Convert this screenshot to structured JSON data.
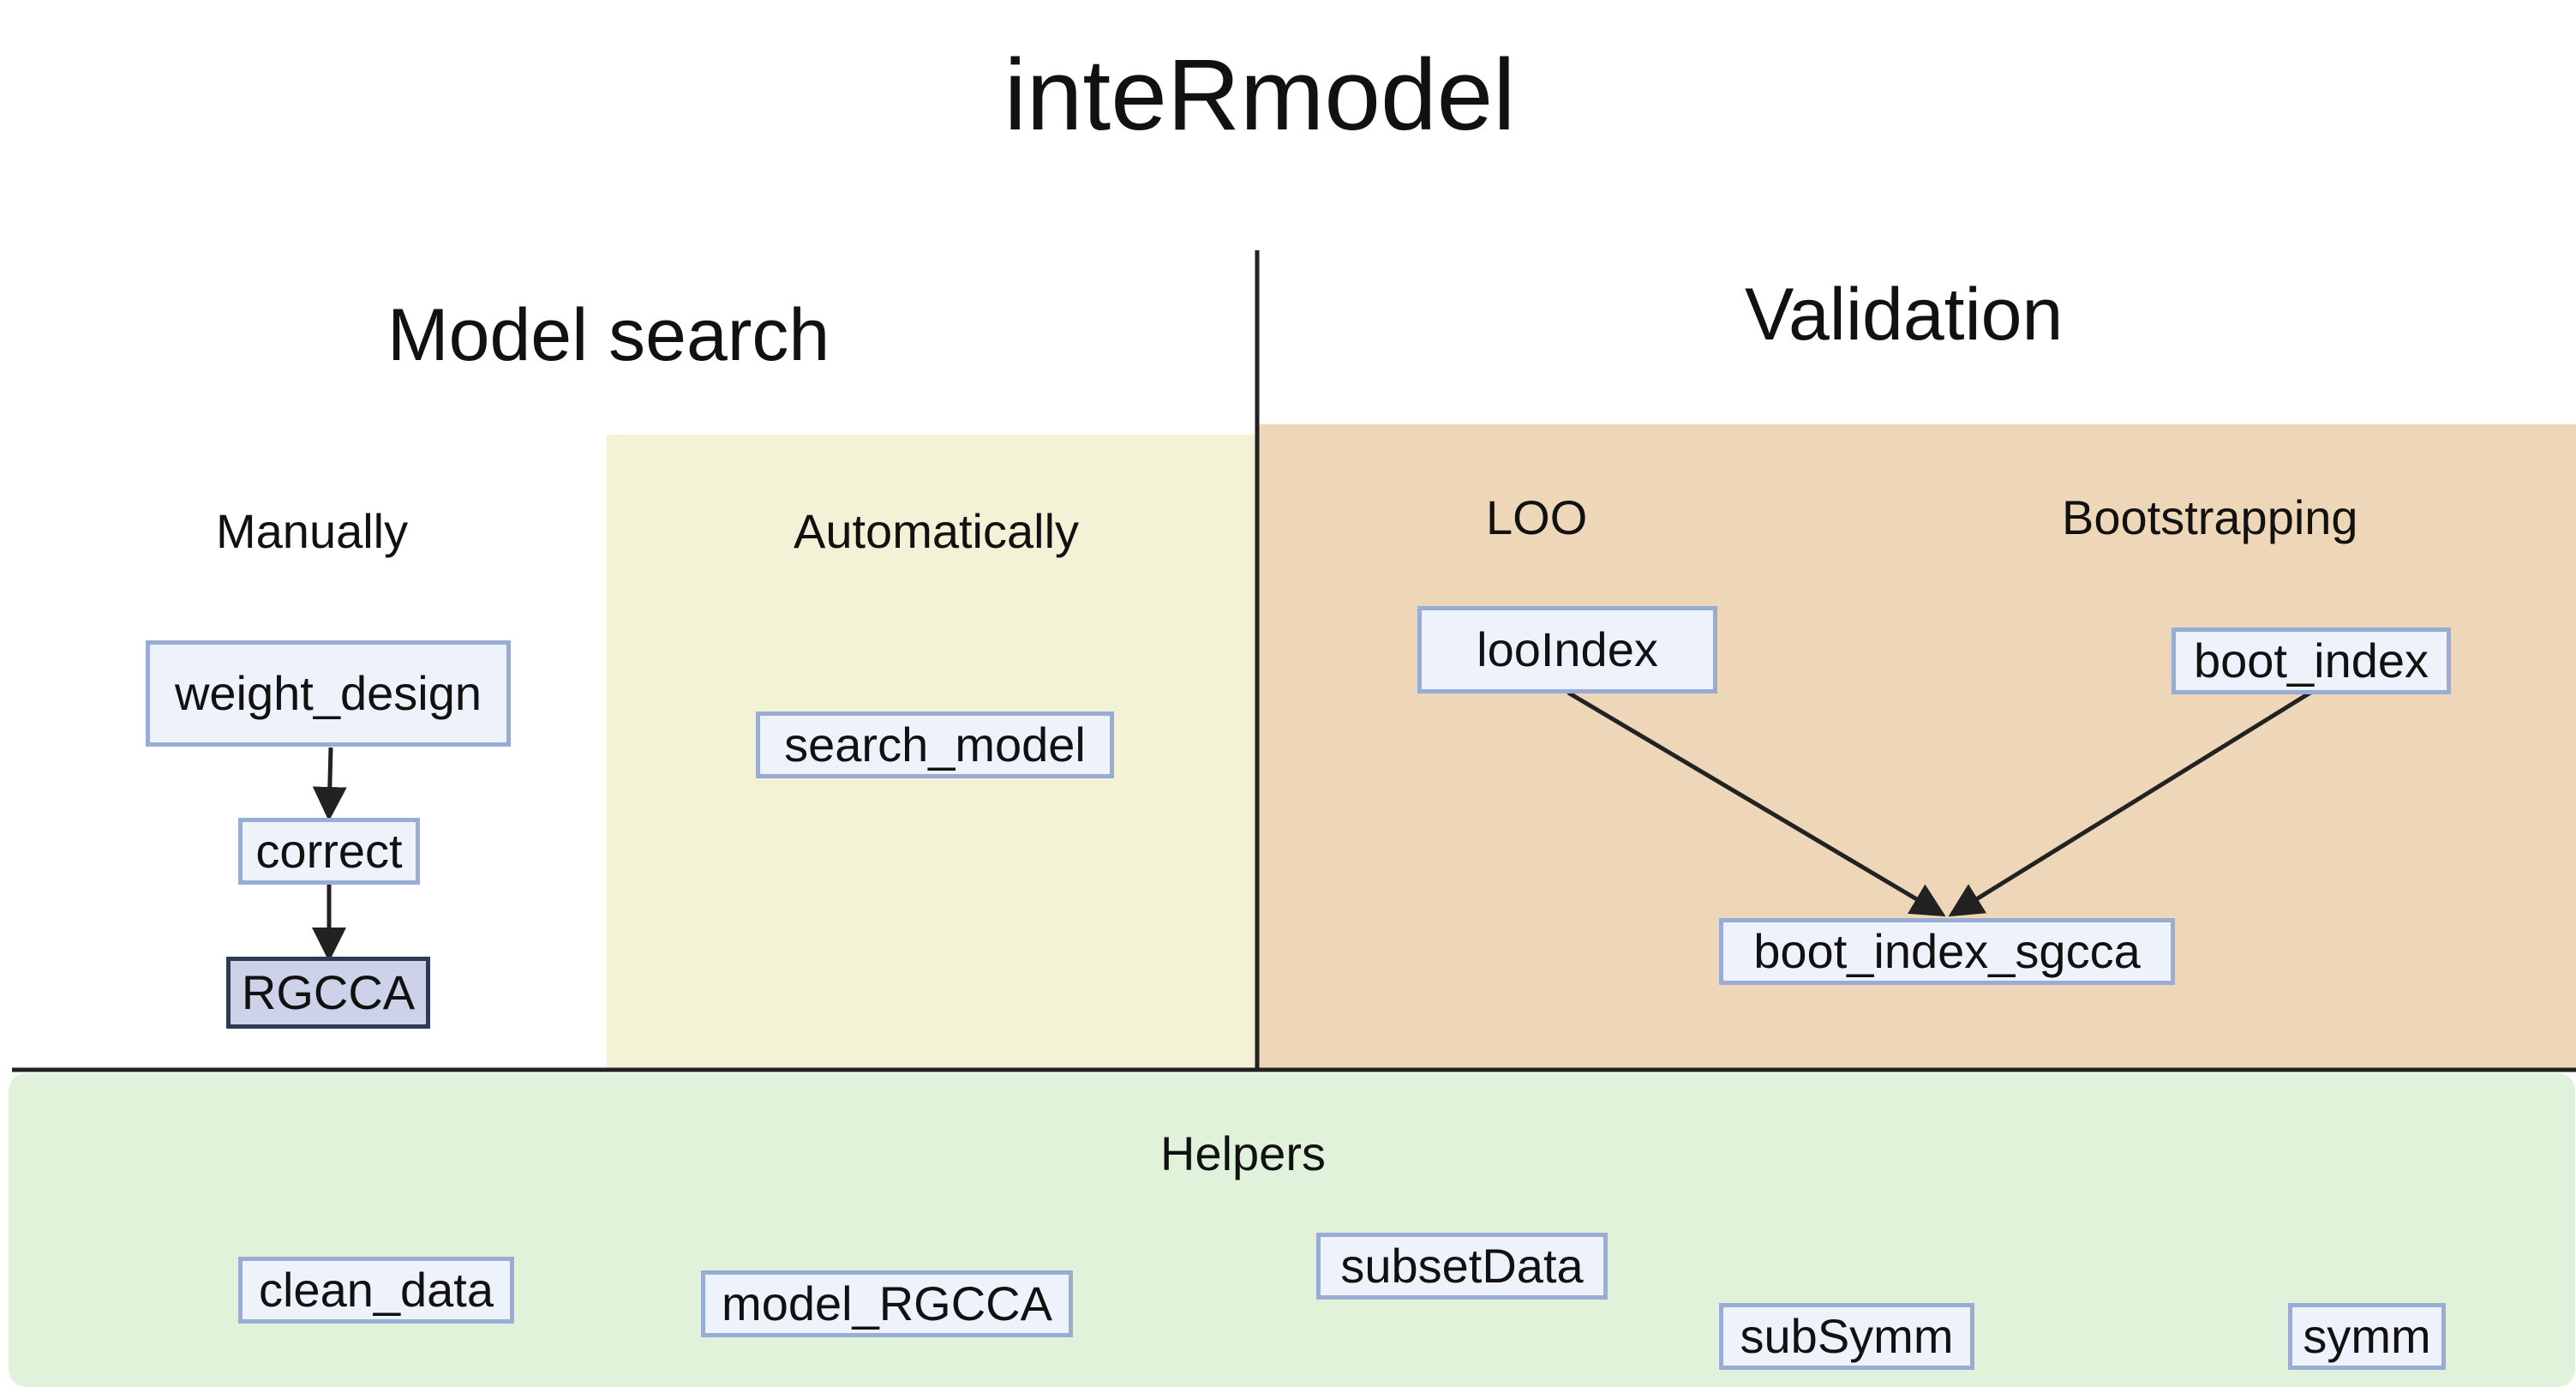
{
  "title": "inteRmodel",
  "model_search": {
    "title": "Model search",
    "manually": {
      "label": "Manually",
      "nodes": [
        "weight_design",
        "correct",
        "RGCCA"
      ]
    },
    "automatically": {
      "label": "Automatically",
      "nodes": [
        "search_model"
      ]
    }
  },
  "validation": {
    "title": "Validation",
    "loo": {
      "label": "LOO",
      "node": "looIndex"
    },
    "bootstrapping": {
      "label": "Bootstrapping",
      "node": "boot_index"
    },
    "target": "boot_index_sgcca"
  },
  "helpers": {
    "label": "Helpers",
    "nodes": [
      "clean_data",
      "model_RGCCA",
      "subsetData",
      "subSymm",
      "symm"
    ]
  },
  "colors": {
    "automatic_bg": "#f4f2d6",
    "validation_bg": "#eed7b8",
    "helpers_bg": "#e0f3da",
    "node_bg": "#eef3fb",
    "node_border": "#99acd4",
    "rgcca_bg": "#ccd3e9",
    "rgcca_border": "#2f3a55"
  }
}
